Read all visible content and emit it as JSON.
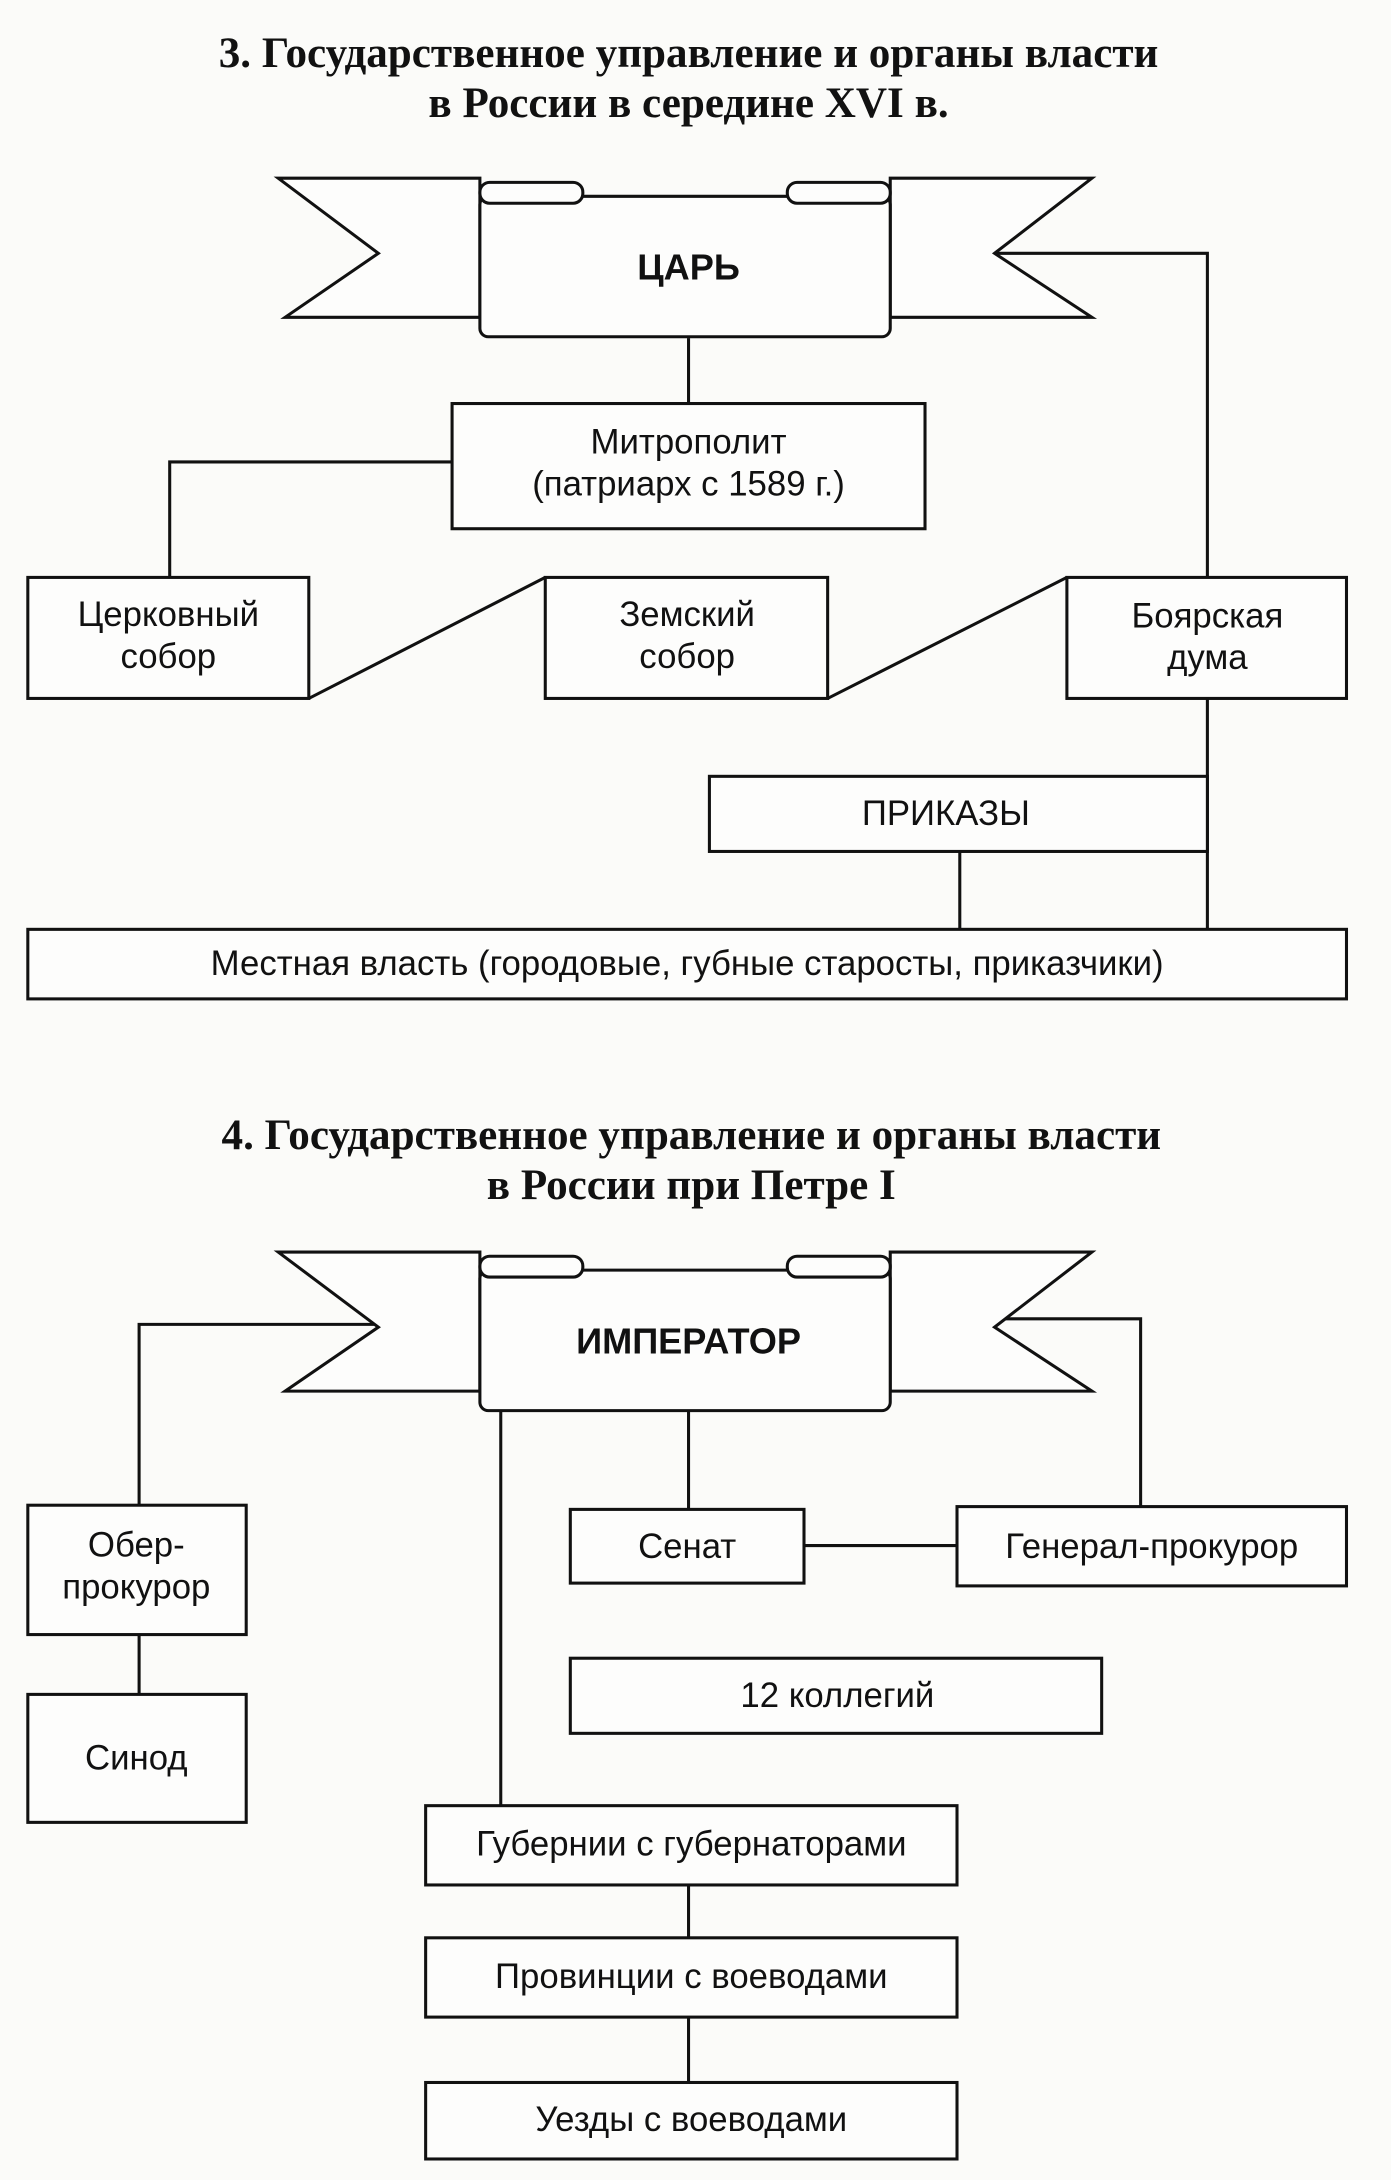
{
  "section3": {
    "title_line1": "3. Государственное управление и органы власти",
    "title_line2": "в России в середине XVI в.",
    "tsar": "ЦАРЬ",
    "metropolitan_line1": "Митрополит",
    "metropolitan_line2": "(патриарх с 1589 г.)",
    "church_council_line1": "Церковный",
    "church_council_line2": "собор",
    "zemsky_council_line1": "Земский",
    "zemsky_council_line2": "собор",
    "boyar_duma_line1": "Боярская",
    "boyar_duma_line2": "дума",
    "prikazy": "ПРИКАЗЫ",
    "local_power": "Местная власть (городовые, губные старосты, приказчики)"
  },
  "section4": {
    "title_line1": "4. Государственное управление и органы власти",
    "title_line2": "в России при Петре I",
    "emperor": "ИМПЕРАТОР",
    "ober_procurator_line1": "Обер-",
    "ober_procurator_line2": "прокурор",
    "synod": "Синод",
    "senate": "Сенат",
    "procurator_general": "Генерал-прокурор",
    "collegia": "12 коллегий",
    "gubernii": "Губернии с губернаторами",
    "provinces": "Провинции с воеводами",
    "uezdy": "Уезды с воеводами"
  }
}
